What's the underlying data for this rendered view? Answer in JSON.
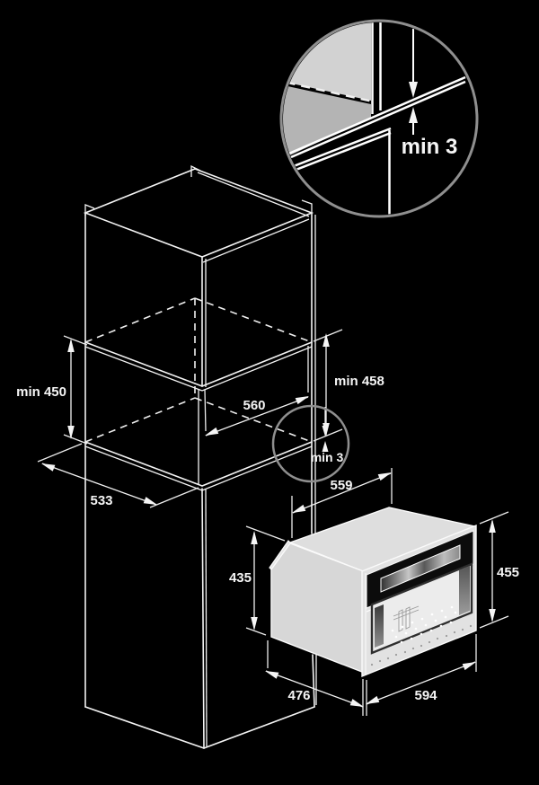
{
  "diagram": {
    "kind": "built-in appliance installation dimension drawing",
    "background_color": "#000000",
    "line_color": "#f4f4f4",
    "callout_circle_color": "#8f8f8f",
    "cabinet_fill": "none",
    "appliance_fill_top": "#dedede",
    "appliance_fill_side": "#d7d7d7",
    "control_panel_color": "#0c0c0c"
  },
  "labels": {
    "gap_callout": "min 3",
    "niche_height": "min 450",
    "niche_width": "560",
    "niche_height_right": "min 458",
    "gap_small": "min 3",
    "niche_depth": "533",
    "body_width": "559",
    "body_height": "435",
    "front_height": "455",
    "body_depth": "476",
    "front_width": "594"
  }
}
